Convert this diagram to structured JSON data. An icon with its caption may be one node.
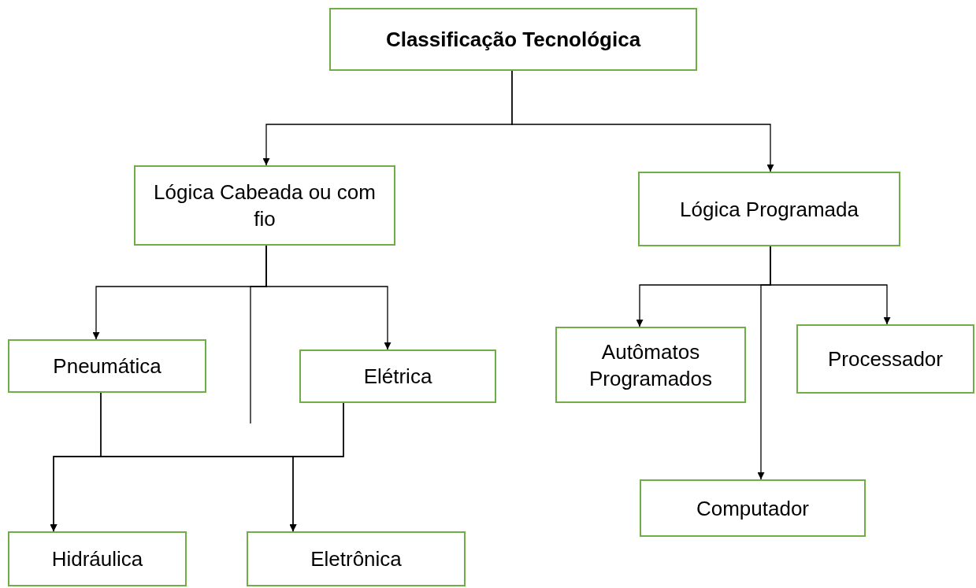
{
  "diagram": {
    "nodes": [
      {
        "text": [
          "Classificação Tecnológica"
        ]
      },
      {
        "text": [
          "Lógica Cabeada ou com fio"
        ]
      },
      {
        "text": [
          "Lógica Programada"
        ]
      },
      {
        "text": [
          "Pneumática"
        ]
      },
      {
        "text": [
          "Elétrica"
        ]
      },
      {
        "text": [
          "Autômatos Programados"
        ]
      },
      {
        "text": [
          "Processador"
        ]
      },
      {
        "text": [
          "Computador"
        ]
      },
      {
        "text": [
          "Hidráulica"
        ]
      },
      {
        "text": [
          "Eletrônica"
        ]
      }
    ],
    "edges": [
      {
        "from": 0,
        "to": 1,
        "arrow": "to"
      },
      {
        "from": 0,
        "to": 2,
        "arrow": "to"
      },
      {
        "from": 1,
        "to": 3,
        "arrow": "to"
      },
      {
        "from": 1,
        "to": null,
        "arrow": "none"
      },
      {
        "from": 1,
        "to": 4,
        "arrow": "to"
      },
      {
        "from": 2,
        "to": 5,
        "arrow": "to"
      },
      {
        "from": 2,
        "to": 7,
        "arrow": "to"
      },
      {
        "from": 2,
        "to": 6,
        "arrow": "to"
      },
      {
        "from": 3,
        "to": 8,
        "arrow": "to"
      },
      {
        "from": 3,
        "to": 9,
        "arrow": "to"
      },
      {
        "from": 4,
        "to": 8,
        "arrow": "to"
      },
      {
        "from": 4,
        "to": 9,
        "arrow": "to"
      }
    ]
  }
}
